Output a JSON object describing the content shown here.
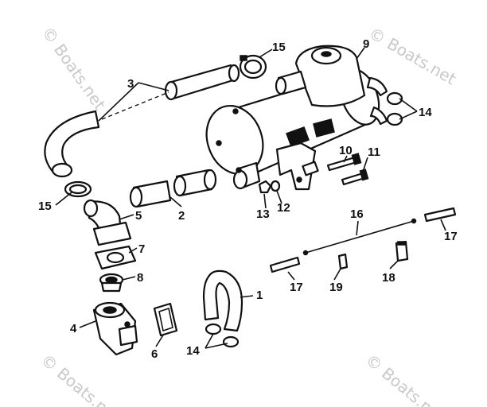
{
  "watermark": {
    "text_copy_a": "© Boats.net",
    "text_copy_b": "© Boats.net",
    "text_copy_c": "© Boats.net",
    "text_copy_d": "© Boats.net",
    "color": "#c9c9c9"
  },
  "callouts": {
    "c1": "1",
    "c2": "2",
    "c3": "3",
    "c4": "4",
    "c5": "5",
    "c6": "6",
    "c7": "7",
    "c8": "8",
    "c9": "9",
    "c10": "10",
    "c11": "11",
    "c12": "12",
    "c13": "13",
    "c14a": "14",
    "c14b": "14",
    "c15a": "15",
    "c15b": "15",
    "c16": "16",
    "c17a": "17",
    "c17b": "17",
    "c18": "18",
    "c19": "19"
  }
}
